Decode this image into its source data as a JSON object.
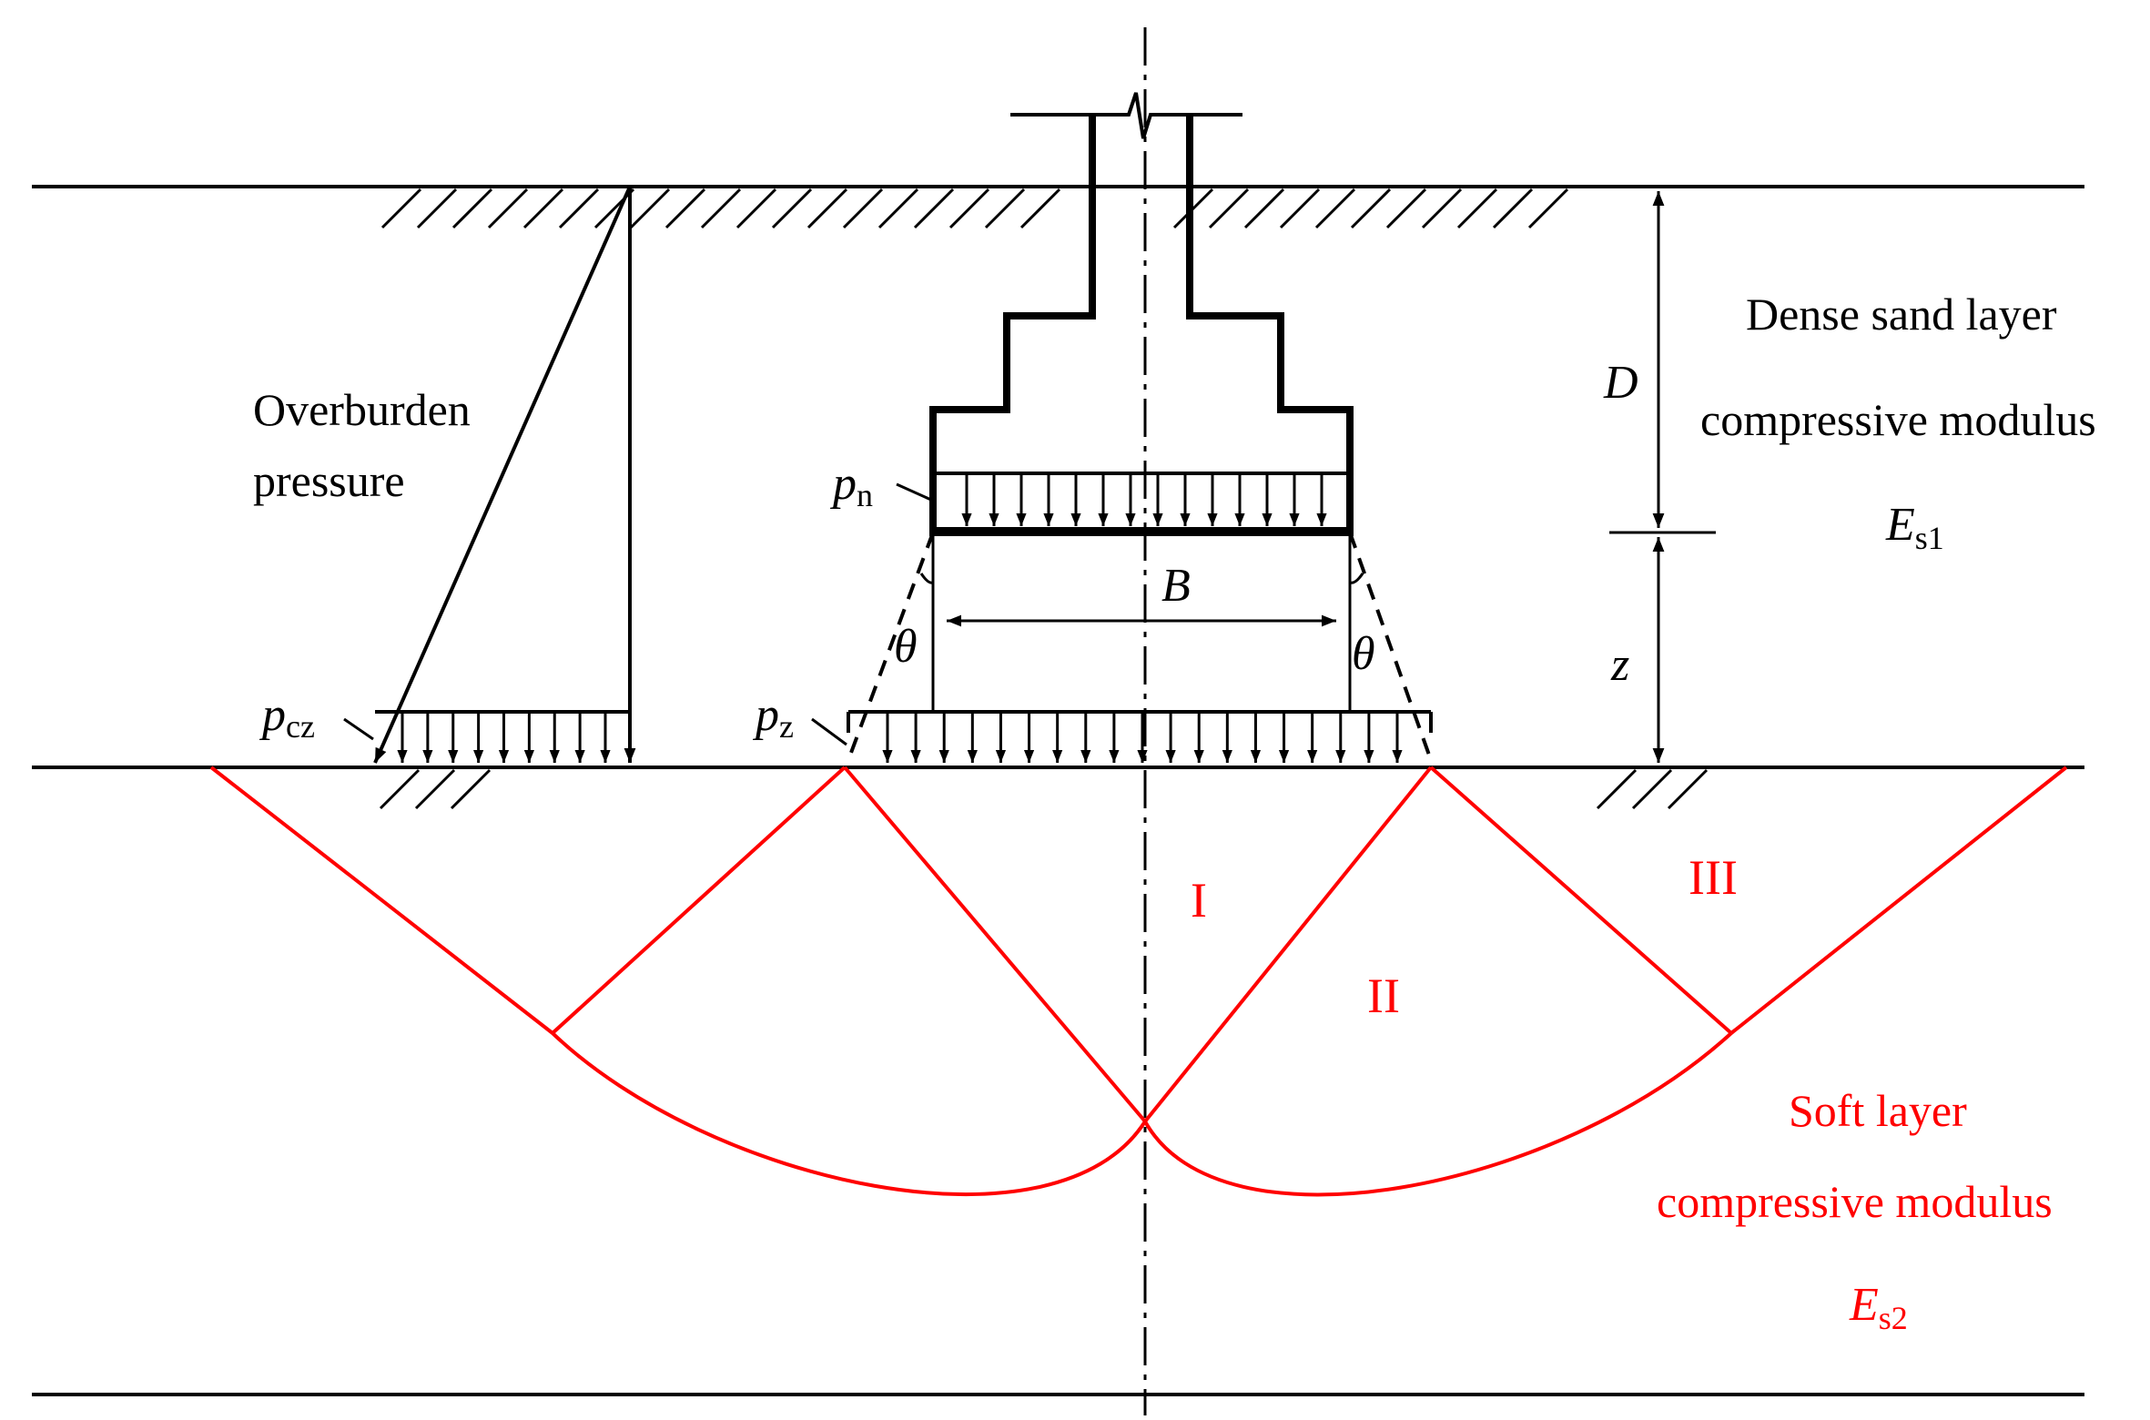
{
  "labels": {
    "overburden_line1": "Overburden",
    "overburden_line2": "pressure",
    "dense_line1": "Dense sand layer",
    "dense_line2": "compressive modulus",
    "dense_modulus": {
      "symbol": "E",
      "subscript": "s1"
    },
    "soft_line1": "Soft layer",
    "soft_line2": "compressive modulus",
    "soft_modulus": {
      "symbol": "E",
      "subscript": "s2"
    },
    "pn": {
      "symbol": "p",
      "subscript": "n"
    },
    "pz": {
      "symbol": "p",
      "subscript": "z"
    },
    "pcz": {
      "symbol": "p",
      "subscript": "cz"
    },
    "depth_D": "D",
    "depth_z": "z",
    "width_B": "B",
    "angle_left": "θ",
    "angle_right": "θ",
    "zone_1": "I",
    "zone_2": "II",
    "zone_3": "III"
  },
  "colors": {
    "ink": "#000000",
    "failure_zone": "#ff0000"
  }
}
